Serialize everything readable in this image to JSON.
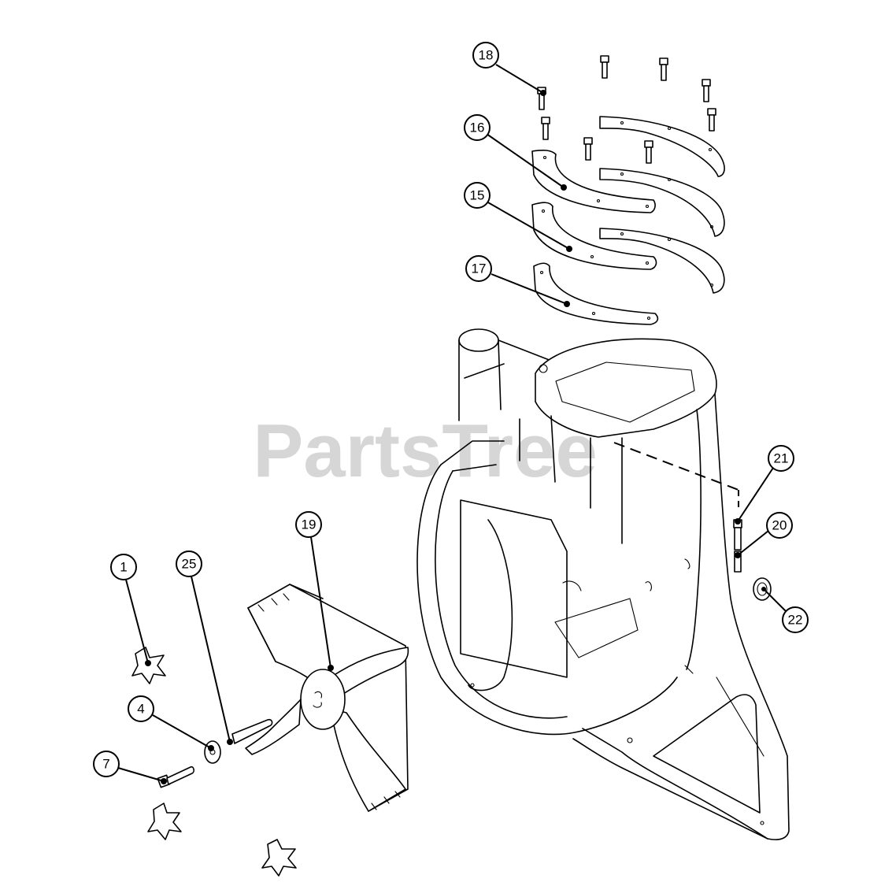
{
  "watermark": {
    "text": "PartsTree",
    "trademark": "™"
  },
  "callouts": [
    {
      "label": "18"
    },
    {
      "label": "16"
    },
    {
      "label": "15"
    },
    {
      "label": "17"
    },
    {
      "label": "21"
    },
    {
      "label": "20"
    },
    {
      "label": "22"
    },
    {
      "label": "19"
    },
    {
      "label": "1"
    },
    {
      "label": "25"
    },
    {
      "label": "4"
    },
    {
      "label": "7"
    }
  ]
}
